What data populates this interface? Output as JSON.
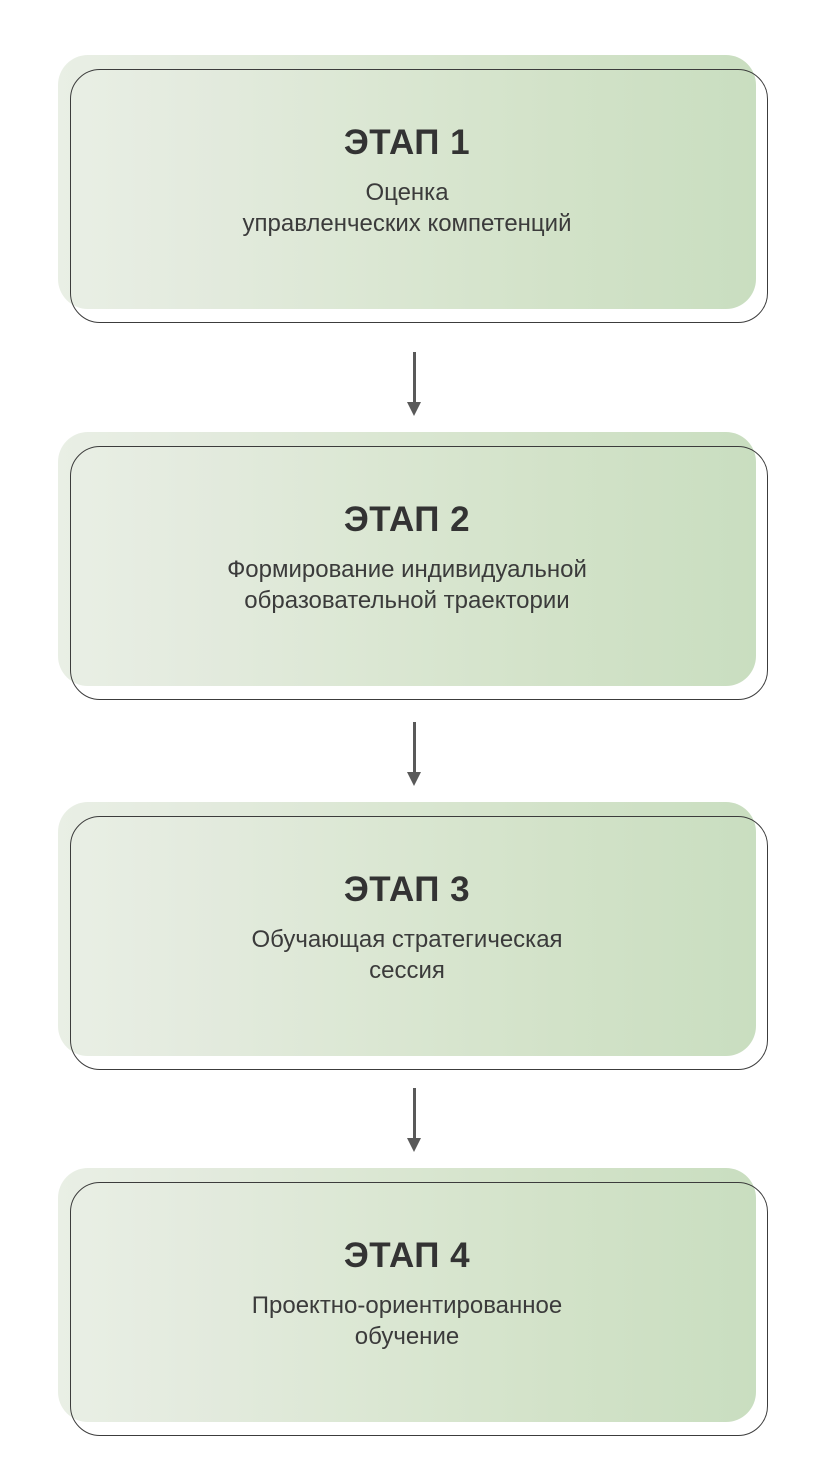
{
  "diagram": {
    "type": "vertical-flowchart",
    "orientation": "top-to-bottom",
    "step_count": 4,
    "colors": {
      "fill_gradient_start": "#e9efe5",
      "fill_gradient_end": "#c9dec0",
      "outline": "#3c3c3c",
      "title_text": "#333333",
      "body_text": "#3b3b3b",
      "arrow": "#595959",
      "background": "#ffffff"
    },
    "steps": [
      {
        "title": "ЭТАП 1",
        "description": "Оценка\nуправленческих компетенций"
      },
      {
        "title": "ЭТАП 2",
        "description": "Формирование индивидуальной\nобразовательной траектории"
      },
      {
        "title": "ЭТАП 3",
        "description": "Обучающая стратегическая\nсессия"
      },
      {
        "title": "ЭТАП 4",
        "description": "Проектно-ориентированное\nобучение"
      }
    ],
    "connectors": [
      {
        "from": "ЭТАП 1",
        "to": "ЭТАП 2",
        "arrow": "down-arrow"
      },
      {
        "from": "ЭТАП 2",
        "to": "ЭТАП 3",
        "arrow": "down-arrow"
      },
      {
        "from": "ЭТАП 3",
        "to": "ЭТАП 4",
        "arrow": "down-arrow"
      }
    ]
  }
}
